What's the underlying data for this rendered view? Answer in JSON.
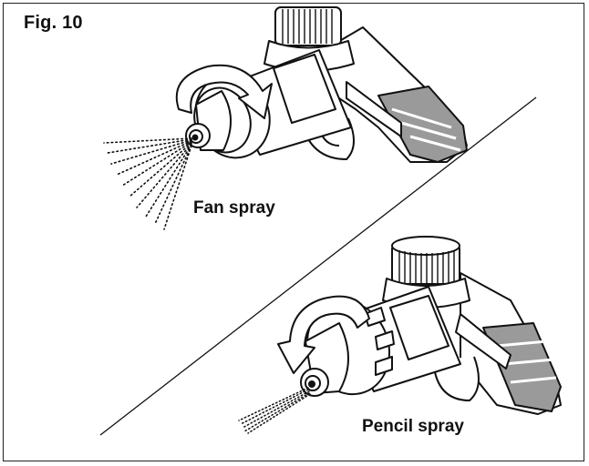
{
  "figure": {
    "label": "Fig. 10",
    "captions": {
      "fan": "Fan spray",
      "pencil": "Pencil spray"
    }
  },
  "colors": {
    "line": "#111111",
    "shade": "#9a9a9a",
    "background": "#ffffff"
  },
  "icons": {
    "top": "spray-nozzle-fan",
    "bottom": "spray-nozzle-pencil",
    "arrows": "rotate-arrow"
  }
}
